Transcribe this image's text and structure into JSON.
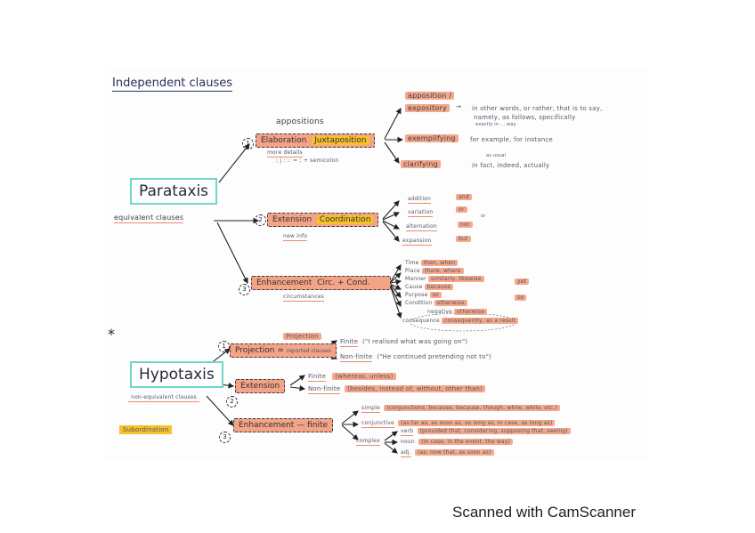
{
  "title": "Independent clauses",
  "parataxis": {
    "label": "Parataxis",
    "subtitle": "equivalent clauses",
    "elaboration": {
      "number": "1",
      "above": "appositions",
      "label": "Elaboration",
      "tag": "Juxtaposition",
      "notes": [
        "more details",
        "; j : :: = ; + semicolon"
      ],
      "branches": [
        {
          "label": "apposition /",
          "text": ""
        },
        {
          "label": "expository",
          "text": "in other words, or rather, that is to say,",
          "text2": "namely, as follows, specifically",
          "text3": "exactly   in ... way"
        },
        {
          "label": "exemplifying",
          "text": "for example, for instance"
        },
        {
          "label": "clarifying",
          "above": "as usual",
          "text": "in fact, indeed, actually"
        }
      ]
    },
    "extension": {
      "number": "2",
      "label": "Extension",
      "tag": "Coordination",
      "note": "new info",
      "branches": [
        {
          "label": "addition",
          "tag": "and"
        },
        {
          "label": "variation",
          "tag": "or"
        },
        {
          "label": "alternation",
          "tag": "nor"
        },
        {
          "label": "expansion",
          "tag": "but"
        }
      ],
      "side_mark": "or"
    },
    "enhancement": {
      "number": "3",
      "label": "Enhancement",
      "tag": "Circ. + Cond.",
      "note": "circumstances",
      "branches": [
        {
          "label": "Time",
          "text": "then, when"
        },
        {
          "label": "Place",
          "text": "there, where"
        },
        {
          "label": "Manner",
          "text": "similarly, likewise"
        },
        {
          "label": "Cause",
          "text": "because"
        },
        {
          "label": "Purpose",
          "text": "so"
        },
        {
          "label": "Condition",
          "text": "otherwise"
        },
        {
          "label": "negative",
          "text": "otherwise"
        },
        {
          "label": "consequence",
          "text": "consequently, as a result"
        }
      ],
      "side_marks": [
        "yet",
        "so"
      ]
    }
  },
  "hypotaxis": {
    "label": "Hypotaxis",
    "subtitle": "non-equivalent clauses",
    "tag": "Subordination",
    "marker": "*",
    "projection": {
      "number": "1",
      "label": "Projection",
      "tag_top": "Projection",
      "tag_mid": "reported clauses",
      "branches": [
        {
          "label": "Finite",
          "text": "(\"I realised what was going on\")"
        },
        {
          "label": "Non-finite",
          "text": "(\"He continued pretending not to\")"
        }
      ]
    },
    "extension": {
      "number": "2",
      "label": "Extension",
      "branches": [
        {
          "label": "Finite",
          "text": "(whereas, unless)"
        },
        {
          "label": "Non-finite",
          "text": "(besides, instead of, without, other than)"
        }
      ]
    },
    "enhancement": {
      "number": "3",
      "label": "Enhancement",
      "tag": "finite",
      "branches": [
        {
          "label": "simple",
          "text": "(conjunctions, because, because, though, while, while, etc.)"
        },
        {
          "label": "conjunctive",
          "text": "(as far as, as soon as, so long as, in case, as long as)"
        },
        {
          "label": "complex",
          "sub": [
            {
              "label": "verb",
              "text": "(provided that, considering, supposing that, seeing)"
            },
            {
              "label": "noun",
              "text": "(in case, in the event, the way)"
            },
            {
              "label": "adj.",
              "text": "(as, now that, as soon as)"
            }
          ]
        }
      ]
    }
  },
  "footer": "Scanned with CamScanner"
}
